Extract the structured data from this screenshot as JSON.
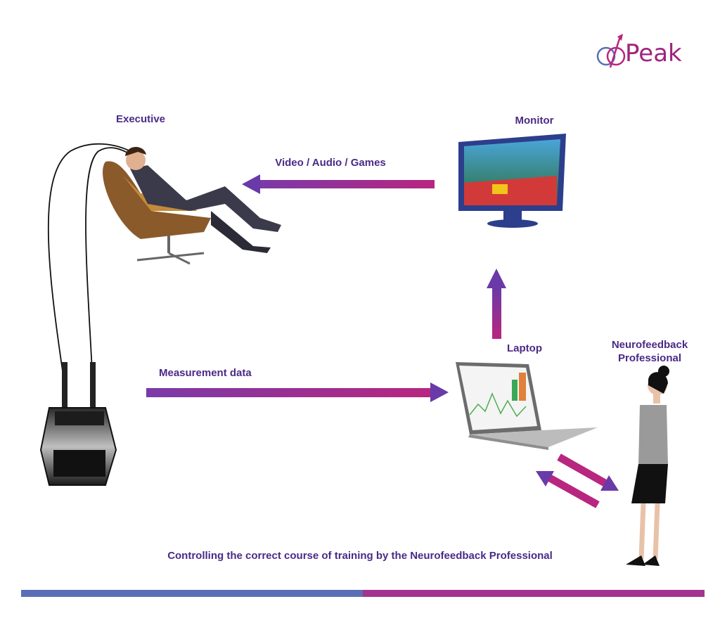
{
  "logo": {
    "text": "Peak",
    "icon": "brain-arrow-icon"
  },
  "labels": {
    "executive": "Executive",
    "monitor": "Monitor",
    "video": "Video / Audio / Games",
    "measurement": "Measurement data",
    "laptop": "Laptop",
    "professional_line1": "Neurofeedback",
    "professional_line2": "Professional",
    "caption": "Controlling the correct course of training by the Neurofeedback Professional"
  },
  "colors": {
    "label": "#4b2a86",
    "arrow_start": "#6a3aa8",
    "arrow_end": "#b8267f",
    "bar_blue": "#5a6fb5",
    "bar_purple": "#a3348f",
    "logo": "#a0237c"
  }
}
